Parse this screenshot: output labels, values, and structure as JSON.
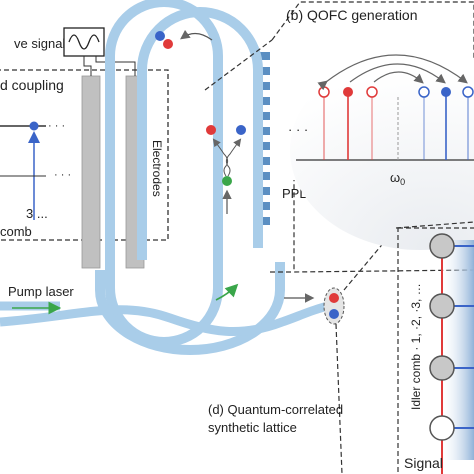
{
  "labels": {
    "microwave_signal": "ve signal",
    "coupling_heading": "d coupling",
    "electrodes": "Electrodes",
    "comb_index": "3 ...",
    "comb": "comb",
    "ellipsis_left": "· · ·",
    "ellipsis_mid": "· · ·",
    "qofc_heading": "(b) QOFC generation",
    "omega0": "ω",
    "omega0_sub": "0",
    "pump_laser": "Pump laser",
    "ppln_region": "PPLN region",
    "lattice_heading_line1": "(d) Quantum-correlated",
    "lattice_heading_line2": "synthetic lattice",
    "idler_comb": "Idler comb · 1, ·2, ·3, …",
    "signal": "Signal"
  },
  "colors": {
    "waveguide": "#a9cde9",
    "waveguide_dark": "#5b8fc2",
    "idler_red": "#e03a3a",
    "signal_blue": "#3a64c8",
    "pump_green": "#3aa64a",
    "electrode_gray": "#c0c0c0",
    "node_gray": "#c8c8c8"
  }
}
